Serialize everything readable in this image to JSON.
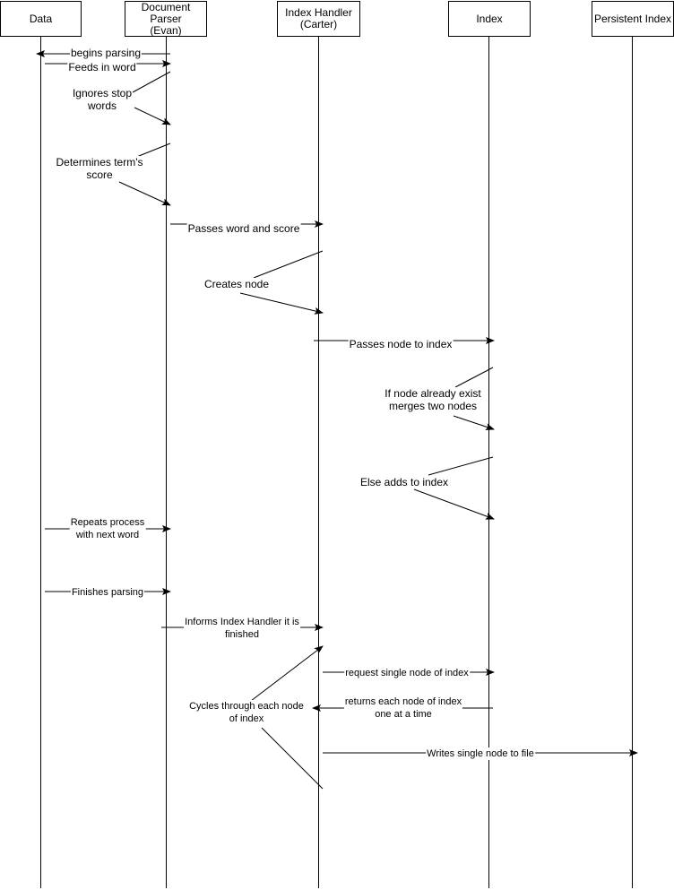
{
  "actors": [
    {
      "id": "data",
      "label": "Data"
    },
    {
      "id": "parser",
      "label": "Document\nParser\n(Evan)"
    },
    {
      "id": "handler",
      "label": "Index Handler\n(Carter)"
    },
    {
      "id": "index",
      "label": "Index"
    },
    {
      "id": "persist",
      "label": "Persistent Index"
    }
  ],
  "messages": [
    {
      "id": "begins-parsing",
      "text": "begins parsing",
      "from": "parser",
      "to": "data"
    },
    {
      "id": "feeds-in-word",
      "text": "Feeds in word",
      "from": "data",
      "to": "parser"
    },
    {
      "id": "ignores-stop-words",
      "text": "Ignores stop\nwords",
      "from": "parser",
      "to": "parser"
    },
    {
      "id": "determines-score",
      "text": "Determines term's\nscore",
      "from": "parser",
      "to": "parser"
    },
    {
      "id": "passes-word-score",
      "text": "Passes word and score",
      "from": "parser",
      "to": "handler"
    },
    {
      "id": "creates-node",
      "text": "Creates node",
      "from": "handler",
      "to": "handler"
    },
    {
      "id": "passes-node",
      "text": "Passes node to index",
      "from": "handler",
      "to": "index"
    },
    {
      "id": "merges-nodes",
      "text": "If node already exist\nmerges two nodes",
      "from": "index",
      "to": "index"
    },
    {
      "id": "else-adds",
      "text": "Else adds to index",
      "from": "index",
      "to": "index"
    },
    {
      "id": "repeats-process",
      "text": "Repeats process\nwith next word",
      "from": "data",
      "to": "parser"
    },
    {
      "id": "finishes-parsing",
      "text": "Finishes parsing",
      "from": "data",
      "to": "parser"
    },
    {
      "id": "informs-handler",
      "text": "Informs Index Handler it is\nfinished",
      "from": "parser",
      "to": "handler"
    },
    {
      "id": "request-node",
      "text": "request single node of index",
      "from": "handler",
      "to": "index"
    },
    {
      "id": "returns-nodes",
      "text": "returns each node of index\none at a time",
      "from": "index",
      "to": "handler"
    },
    {
      "id": "cycles-nodes",
      "text": "Cycles through each node\nof index",
      "from": "handler",
      "to": "handler"
    },
    {
      "id": "writes-node",
      "text": "Writes single node to file",
      "from": "handler",
      "to": "persist"
    }
  ]
}
